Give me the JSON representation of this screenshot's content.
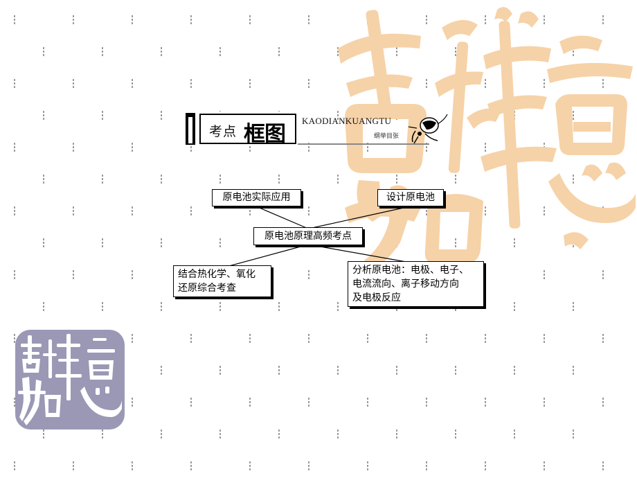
{
  "header": {
    "title_prefix": "考点",
    "title_main": "框图",
    "pinyin": "KAODIANKUANGTU",
    "subtitle": "纲举目张"
  },
  "decoration": {
    "seal_text": "吉祥如意",
    "seal_color": "#f6d2a8",
    "small_seal_color": "#9b98b6",
    "dot_color": "#9a9a9a"
  },
  "diagram": {
    "center": "原电池原理高频考点",
    "nodes": {
      "application": "原电池实际应用",
      "design": "设计原电池",
      "combine": [
        "结合热化学、氧化",
        "还原综合考查"
      ],
      "analyze": [
        "分析原电池：电极、电子、",
        "电流流向、离子移动方向",
        "及电极反应"
      ]
    }
  }
}
